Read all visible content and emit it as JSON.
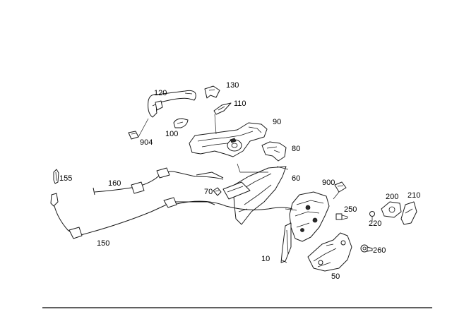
{
  "labels": {
    "p10": "10",
    "p50": "50",
    "p60": "60",
    "p70": "70",
    "p80": "80",
    "p90": "90",
    "p100": "100",
    "p110": "110",
    "p120": "120",
    "p130": "130",
    "p150": "150",
    "p155": "155",
    "p160": "160",
    "p200": "200",
    "p210": "210",
    "p220": "220",
    "p250": "250",
    "p260": "260",
    "p900": "900",
    "p904": "904"
  }
}
